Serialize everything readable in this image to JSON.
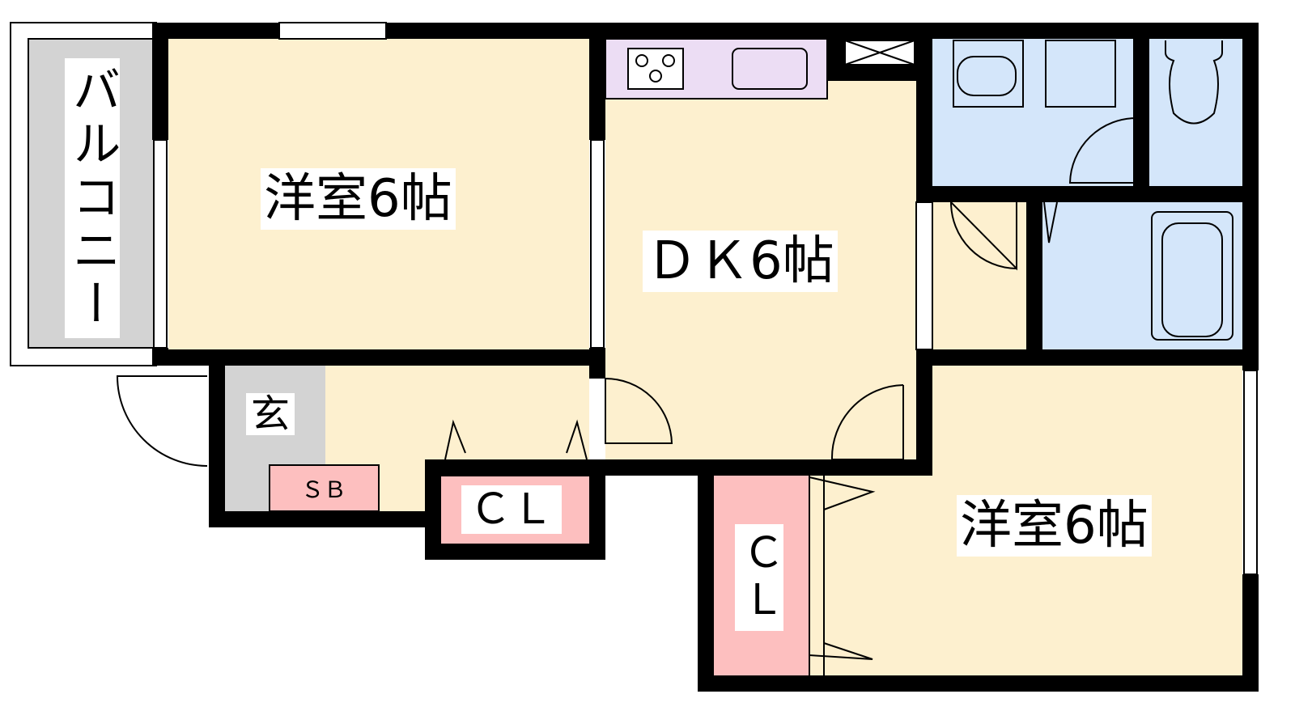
{
  "plan": {
    "balcony_label": "バルコニー",
    "room_west_label": "洋室6帖",
    "dk_label": "ＤＫ6帖",
    "room_east_label": "洋室6帖",
    "entrance_label": "玄",
    "shoebox_label": "ＳＢ",
    "closet_entrance_label": "ＣＬ",
    "closet_east_label": "ＣＬ"
  },
  "colors": {
    "room": "#FDF0CF",
    "kitchen": "#ECDDF4",
    "wet_area": "#D4E6FA",
    "balcony": "#D3D3D3",
    "closet": "#FDBFBF",
    "wall": "#000000"
  }
}
